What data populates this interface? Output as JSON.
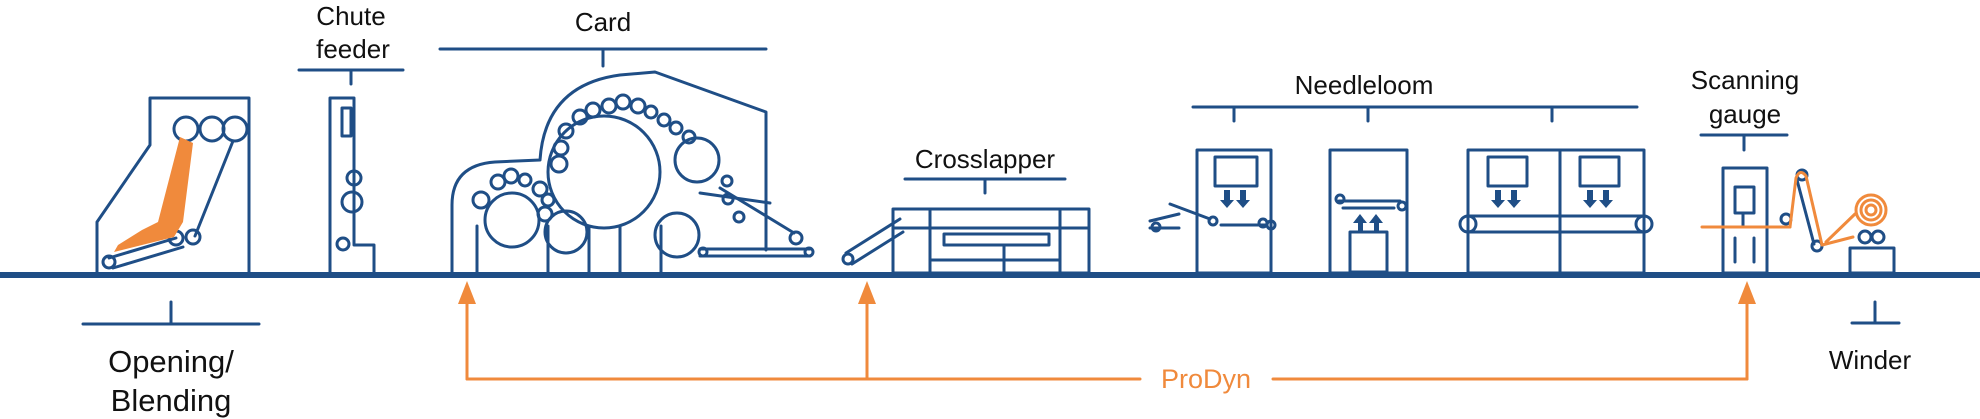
{
  "colors": {
    "machine": "#1f4e86",
    "accent": "#f08a3c",
    "text": "#111111"
  },
  "labels": {
    "opening_line1": "Opening/",
    "opening_line2": "Blending",
    "chute_line1": "Chute",
    "chute_line2": "feeder",
    "card": "Card",
    "crosslapper": "Crosslapper",
    "needleloom": "Needleloom",
    "scanning_line1": "Scanning",
    "scanning_line2": "gauge",
    "winder": "Winder",
    "prodyn": "ProDyn"
  }
}
